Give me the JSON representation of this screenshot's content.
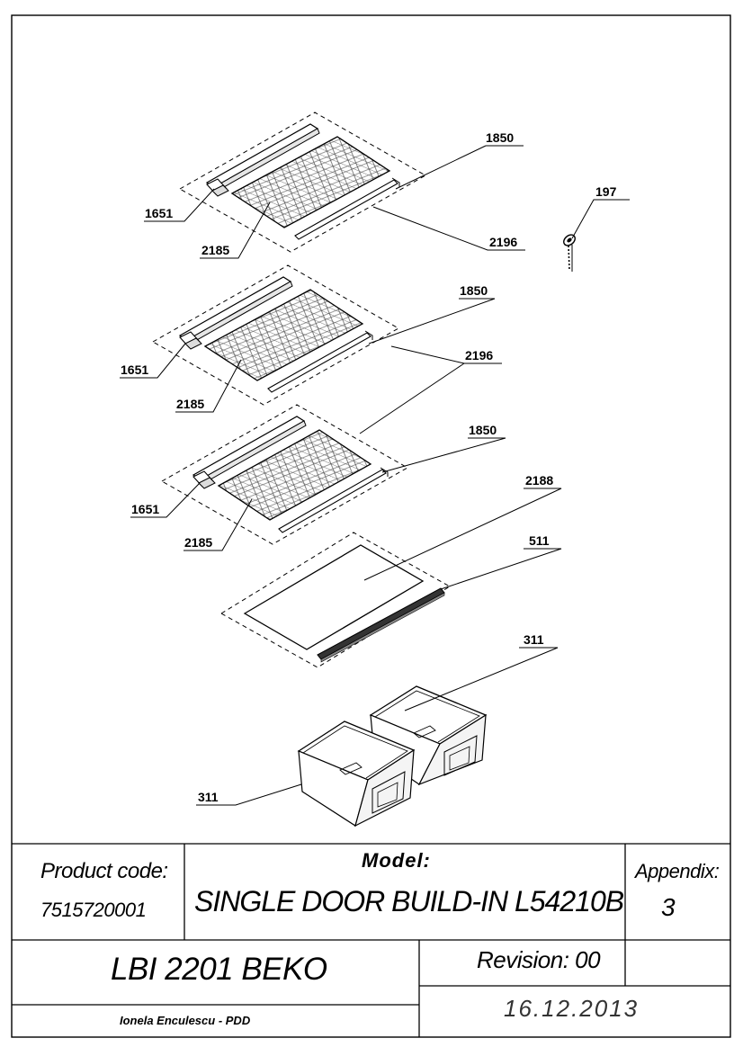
{
  "drawing": {
    "callouts": {
      "shelf1_frame_front": "1651",
      "shelf1_glass": "2185",
      "shelf1_frame_rear": "1850",
      "shelf1_side_rail": "2196",
      "shelf2_frame_front": "1651",
      "shelf2_glass": "2185",
      "shelf2_frame_rear": "1850",
      "shelf23_side_rail": "2196",
      "shelf3_frame_front": "1651",
      "shelf3_glass": "2185",
      "shelf3_frame_rear": "1850",
      "crisper_cover": "2188",
      "cover_profile": "511",
      "crisper_right": "311",
      "crisper_left": "311",
      "key": "197"
    }
  },
  "title_block": {
    "product_code_label": "Product code:",
    "product_code": "7515720001",
    "model_label": "Model:",
    "model_name": "SINGLE DOOR BUILD-IN L54210B",
    "appendix_label": "Appendix:",
    "appendix_number": "3",
    "product_name": "LBI 2201 BEKO",
    "revision": "Revision: 00",
    "date": "16.12.2013",
    "author": "Ionela Enculescu - PDD"
  }
}
